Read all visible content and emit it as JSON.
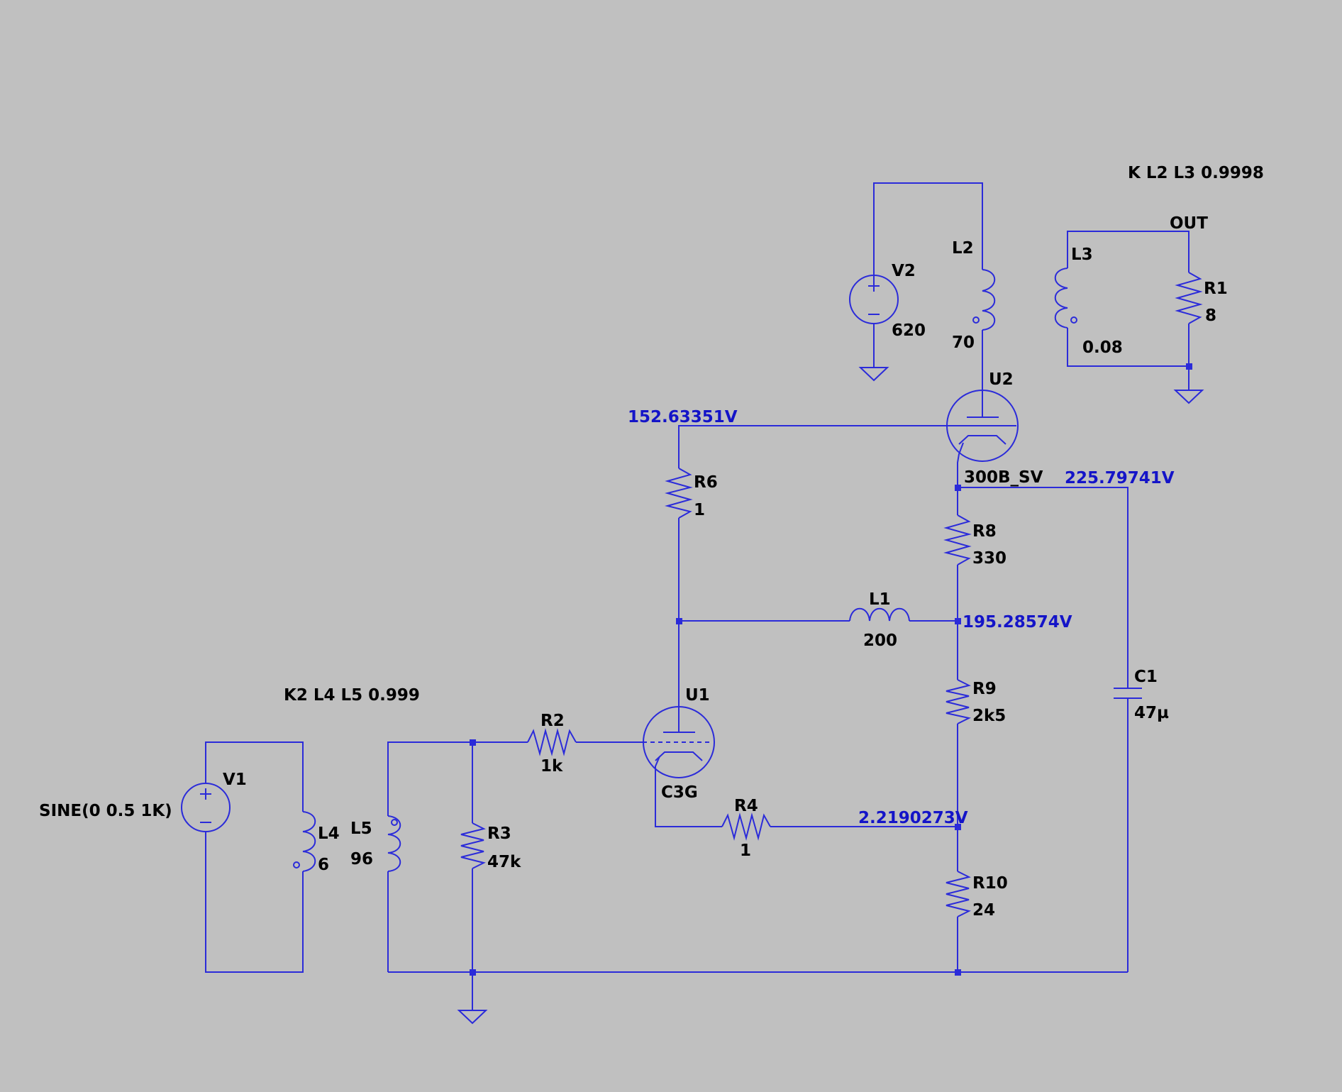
{
  "directives": {
    "k1": "K L2 L3 0.9998",
    "k2": "K2 L4 L5 0.999"
  },
  "net_labels": {
    "out": "OUT"
  },
  "components": {
    "v1": {
      "name": "V1",
      "value": "SINE(0 0.5 1K)"
    },
    "v2": {
      "name": "V2",
      "value": "620"
    },
    "l1": {
      "name": "L1",
      "value": "200"
    },
    "l2": {
      "name": "L2",
      "value": "70"
    },
    "l3": {
      "name": "L3",
      "value": "0.08"
    },
    "l4": {
      "name": "L4",
      "value": "6"
    },
    "l5": {
      "name": "L5",
      "value": "96"
    },
    "r1": {
      "name": "R1",
      "value": "8"
    },
    "r2": {
      "name": "R2",
      "value": "1k"
    },
    "r3": {
      "name": "R3",
      "value": "47k"
    },
    "r4": {
      "name": "R4",
      "value": "1"
    },
    "r6": {
      "name": "R6",
      "value": "1"
    },
    "r8": {
      "name": "R8",
      "value": "330"
    },
    "r9": {
      "name": "R9",
      "value": "2k5"
    },
    "r10": {
      "name": "R10",
      "value": "24"
    },
    "c1": {
      "name": "C1",
      "value": "47µ"
    },
    "u1": {
      "name": "U1",
      "value": "C3G"
    },
    "u2": {
      "name": "U2",
      "value": "300B_SV"
    }
  },
  "voltages": {
    "n1": "152.63351V",
    "n2": "225.79741V",
    "n3": "195.28574V",
    "n4": "2.2190273V"
  },
  "colors": {
    "background": "#c0c0c0",
    "wire": "#2b2bd9",
    "voltage_label": "#1414c8",
    "text": "#000000"
  }
}
